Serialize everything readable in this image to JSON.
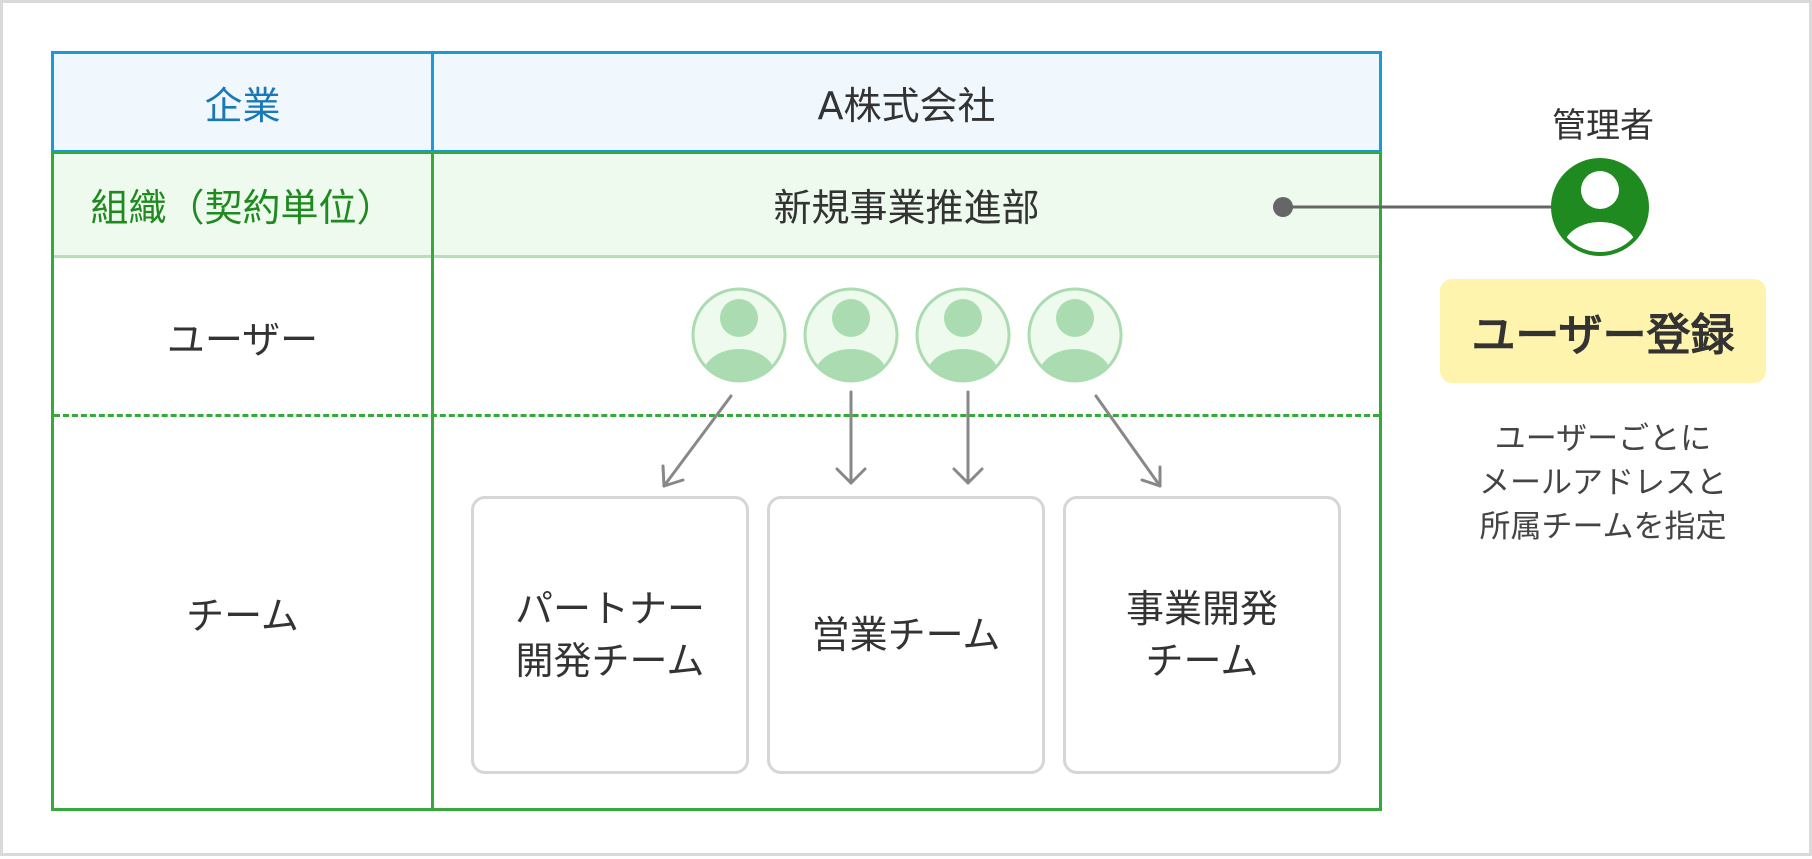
{
  "table": {
    "company_label": "企業",
    "company_name": "A株式会社",
    "org_label": "組織（契約単位）",
    "department_name": "新規事業推進部",
    "user_label": "ユーザー",
    "team_label": "チーム"
  },
  "teams": [
    {
      "name": "パートナー\n開発チーム"
    },
    {
      "name": "営業チーム"
    },
    {
      "name": "事業開発\nチーム"
    }
  ],
  "admin": {
    "title": "管理者",
    "register_label": "ユーザー登録",
    "description": "ユーザーごとに\nメールアドレスと\n所属チームを指定"
  },
  "colors": {
    "company_border": "#1a9bd7",
    "org_green": "#36a93c",
    "admin_icon": "#1f8a1f",
    "user_icon_light": "#abdbb0",
    "register_bg": "#fef4ad"
  },
  "icons": [
    "admin-user-icon",
    "user-icon",
    "arrow-icon"
  ]
}
